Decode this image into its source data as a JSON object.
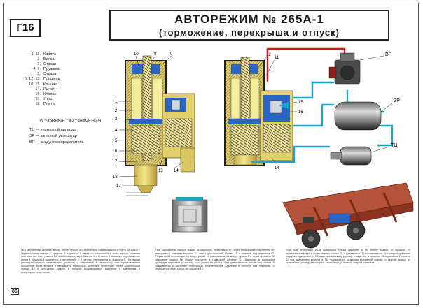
{
  "code": "Г16",
  "title": {
    "line1": "АВТОРЕЖИМ № 265А-1",
    "line2": "(торможение, перекрыша и отпуск)"
  },
  "legend": [
    {
      "num": "1, 11.",
      "name": "Корпус"
    },
    {
      "num": "2.",
      "name": "Вилка"
    },
    {
      "num": "3.",
      "name": "Стакан"
    },
    {
      "num": "4, 9.",
      "name": "Пружина"
    },
    {
      "num": "5.",
      "name": "Сухарь"
    },
    {
      "num": "6, 12, 13.",
      "name": "Поршень"
    },
    {
      "num": "10, 15.",
      "name": "Крышка"
    },
    {
      "num": "14.",
      "name": "Рычаг"
    },
    {
      "num": "16.",
      "name": "Клапан"
    },
    {
      "num": "17.",
      "name": "Упор"
    },
    {
      "num": "18.",
      "name": "Плита"
    }
  ],
  "notations_title": "Условные обозначения",
  "notations": [
    {
      "abbr": "ТЦ",
      "name": "тормозной цилиндр"
    },
    {
      "abbr": "ЗР",
      "name": "запасный резервуар"
    },
    {
      "abbr": "ВР",
      "name": "воздухораспределитель"
    }
  ],
  "callouts": {
    "left": [
      "10",
      "8",
      "9",
      "1",
      "2",
      "3",
      "4",
      "5",
      "6",
      "7",
      "18",
      "17",
      "14",
      "13"
    ],
    "right": [
      "12",
      "11",
      "15",
      "16",
      "14"
    ]
  },
  "device_labels": {
    "vr": "ВР",
    "zr": "ЗР",
    "tc": "ТЦ"
  },
  "text_columns": [
    "При увеличении загрузки вагона растет прогиб его рессорного подвешивания и плита 18 упор 17 перемещается вместе с сухарем 5 и упором 8 вверх по отношению к раме вагона, изменяя соотношение плеч рычага 14. Комбинация сухаря 5 вилки 2 и стакана 3 вызывает перемещение упора 8, пружина 4 сжимается, а при прогибе 4, 9 которые передаются на поршень 6. Последний декомпрессируется изменением давления и становится в перекрышу или подготовленное положение. Вход воздуха в автокамеру тормозного цилиндра происходит через дроссельный клапан 16 и кольцевую камеру, в которой выравнивается давление с давлением в воздухораспределителе.",
    "При торможении сжатый воздух из запасного резервуара ЗР через воздухораспределитель ВР поступает к нижнему поршню 13 через дроссельный клапан 16 в полость над поршнем 12. Поршень 13 перемещается вверх, рычаг 14 поворачивается вокруг сухаря 5 и через поршень 12 открывает клапан 16. Воздух поступает в тормозной цилиндр ТЦ. Давление в тормозном цилиндре нарастает до тех пор, пока усилия на рычаге 14 не уравновесятся, после чего клапан 16 закрывается и наступает перекрыша. Возрастающее давление в полости над поршнем 12 передается через рычаг на поршень 13.",
    "Если при перекрыше из-за возможных утечек давление в ТЦ начнет падать, то поршень 12 переместится вверх и снова откроет клапан 16, и давление в ТЦ восстановится. При отпуске давление воздуха, подводимое от ВР к автоматическому режиму, снижается, и поршень 13 опускается. Поршень 12 под давлением воздуха в ТЦ поднимается, открывая выпускной клапан, и сжатый воздух из тормозного цилиндра выходит в атмосферу до полного отпуска тормозов."
  ],
  "page_number": "86"
}
